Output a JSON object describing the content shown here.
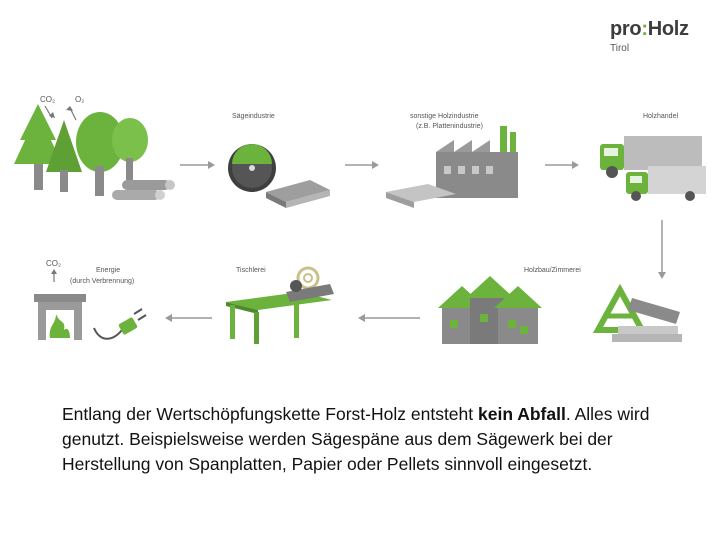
{
  "logo": {
    "brand_a": "pro",
    "brand_colon": ":",
    "brand_b": "Holz",
    "region": "Tirol"
  },
  "stages": {
    "forest": {
      "co2": "CO₂",
      "o2": "O₂"
    },
    "saw": {
      "label": "Sägeindustrie"
    },
    "wood_industry": {
      "label": "sonstige Holzindustrie",
      "sublabel": "(z.B. Plattenindustrie)"
    },
    "trade": {
      "label": "Holzhandel"
    },
    "construction": {
      "label": "Holzbau/Zimmerei"
    },
    "carpentry": {
      "label": "Tischlerei"
    },
    "energy": {
      "co2": "CO₂",
      "label": "Energie",
      "sublabel": "(durch Verbrennung)"
    }
  },
  "caption": {
    "part1": "Entlang der Wertschöpfungskette Forst-Holz entsteht ",
    "bold": "kein Abfall",
    "part2": ". Alles wird genutzt. Beispielsweise werden Sägespäne aus dem Sägewerk bei der Herstellung von Spanplatten, Papier oder Pellets sinnvoll eingesetzt."
  },
  "colors": {
    "green": "#6cb33e",
    "dark_green": "#4f8a2a",
    "grey": "#8a8a8a",
    "light_grey": "#bdbdbd",
    "arrow": "#9a9a9a"
  }
}
